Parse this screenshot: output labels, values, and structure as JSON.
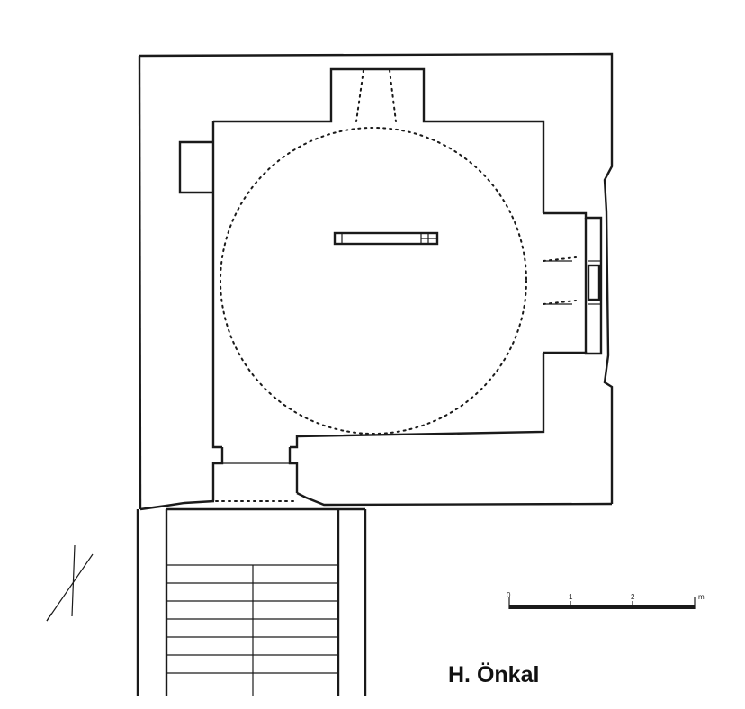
{
  "drawing": {
    "credit": "H. Önkal",
    "scale_labels": [
      "0",
      "1",
      "2",
      "m"
    ]
  }
}
